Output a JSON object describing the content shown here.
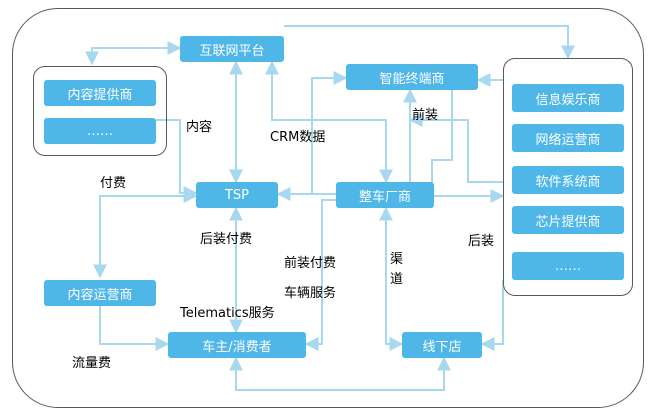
{
  "nodes": {
    "internet": "互联网平台",
    "smart_terminal": "智能终端商",
    "content_provider": "内容提供商",
    "content_more": "……",
    "tsp": "TSP",
    "oem": "整车厂商",
    "content_operator": "内容运营商",
    "owner": "车主/消费者",
    "offline_store": "线下店",
    "infotainment": "信息娱乐商",
    "network_operator": "网络运营商",
    "software_system": "软件系统商",
    "chip_provider": "芯片提供商",
    "right_more": "……"
  },
  "labels": {
    "content": "内容",
    "crm": "CRM数据",
    "front_install": "前装",
    "payment": "付费",
    "aftermarket_payment": "后装付费",
    "channel": "渠\n道",
    "aftermarket": "后装",
    "front_payment": "前装付费",
    "vehicle_service": "车辆服务",
    "telematics": "Telematics服务",
    "traffic_fee": "流量费"
  },
  "colors": {
    "node_fill": "#4fb7e8",
    "connector": "#a8d8f0",
    "frame": "#595959",
    "node_text": "#ffffff"
  }
}
